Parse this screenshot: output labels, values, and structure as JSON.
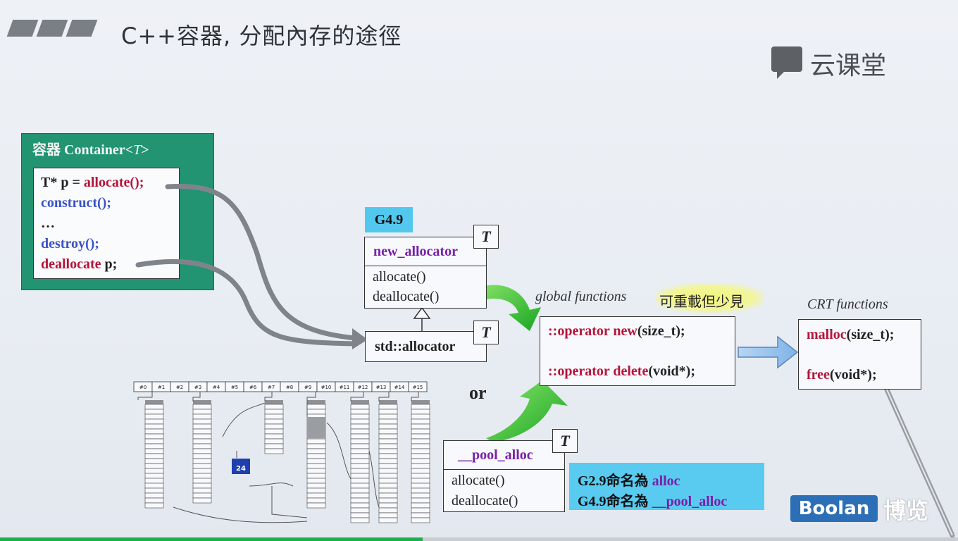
{
  "slide": {
    "title": "C++容器, 分配內存的途徑",
    "watermark": "云课堂",
    "brand": "Boolan",
    "brand_cn": "博览"
  },
  "container": {
    "label": "容器 Container<",
    "label_t": "T",
    "label_end": ">",
    "lines": {
      "l1a": "T* p = ",
      "l1b": "allocate();",
      "l2": "construct();",
      "l3": "…",
      "l4": "destroy();",
      "l5a": "deallocate",
      "l5b": " p;"
    }
  },
  "new_allocator": {
    "version": "G4.9",
    "name": "new_allocator",
    "template": "T",
    "methods": [
      "allocate()",
      "deallocate()"
    ]
  },
  "std_allocator": {
    "name": "std::allocator",
    "template": "T"
  },
  "pool_alloc": {
    "name": "__pool_alloc",
    "template": "T",
    "methods": [
      "allocate()",
      "deallocate()"
    ]
  },
  "connector_or": "or",
  "global_functions": {
    "label": "global functions",
    "note": "可重載但少見",
    "new_prefix": "::operator new",
    "new_args": "(size_t);",
    "delete_prefix": "::operator delete",
    "delete_args": "(void*);"
  },
  "crt_functions": {
    "label": "CRT functions",
    "malloc_name": "malloc",
    "malloc_args": "(size_t);",
    "free_name": "free",
    "free_args": "(void*);"
  },
  "naming_note": {
    "line1_prefix": "G2.9命名為 ",
    "line1_name": "alloc",
    "line2_prefix": "G4.9命名為 ",
    "line2_name": "__pool_alloc"
  },
  "pool_slots": [
    "#0",
    "#1",
    "#2",
    "#3",
    "#4",
    "#5",
    "#6",
    "#7",
    "#8",
    "#9",
    "#10",
    "#11",
    "#12",
    "#13",
    "#14",
    "#15"
  ],
  "pool_badge": "24",
  "colors": {
    "container_bg": "#229472",
    "g49_badge": "#53c8ef",
    "note_bg": "#59cbf0",
    "highlight": "#f2f57d",
    "arrow_green": "#3ec83a",
    "boolan_blue": "#2c6fb7"
  }
}
